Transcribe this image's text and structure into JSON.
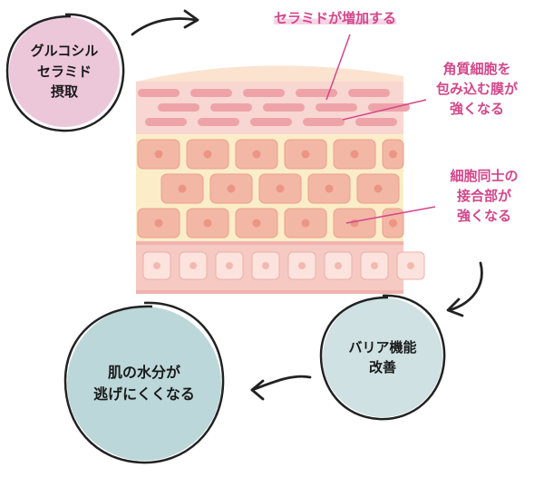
{
  "nodes": {
    "start": {
      "text": "グルコシル\nセラミド\n摂取",
      "color": "#ecc7da"
    },
    "improve": {
      "text": "バリア機能\n改善",
      "color": "#cfe1e2"
    },
    "result": {
      "text": "肌の水分が\n逃げにくくなる",
      "color": "#bcd7d9"
    }
  },
  "annotations": {
    "ceramide": "セラミドが増加する",
    "corneocyte": "角質細胞を\n包み込む膜が\n強くなる",
    "junction": "細胞同士の\n接合部が\n強くなる"
  },
  "colors": {
    "accent_pink": "#d4468a",
    "highlight": "#f6d4e6",
    "cell_fill": "#f3b7a5",
    "cell_border": "#e9a08c",
    "layer_cream": "#fbedc8",
    "layer_pink": "#f6d3cb"
  },
  "icons": [
    "arrow-right-icon",
    "arrow-down-curved-icon",
    "arrow-left-icon"
  ]
}
